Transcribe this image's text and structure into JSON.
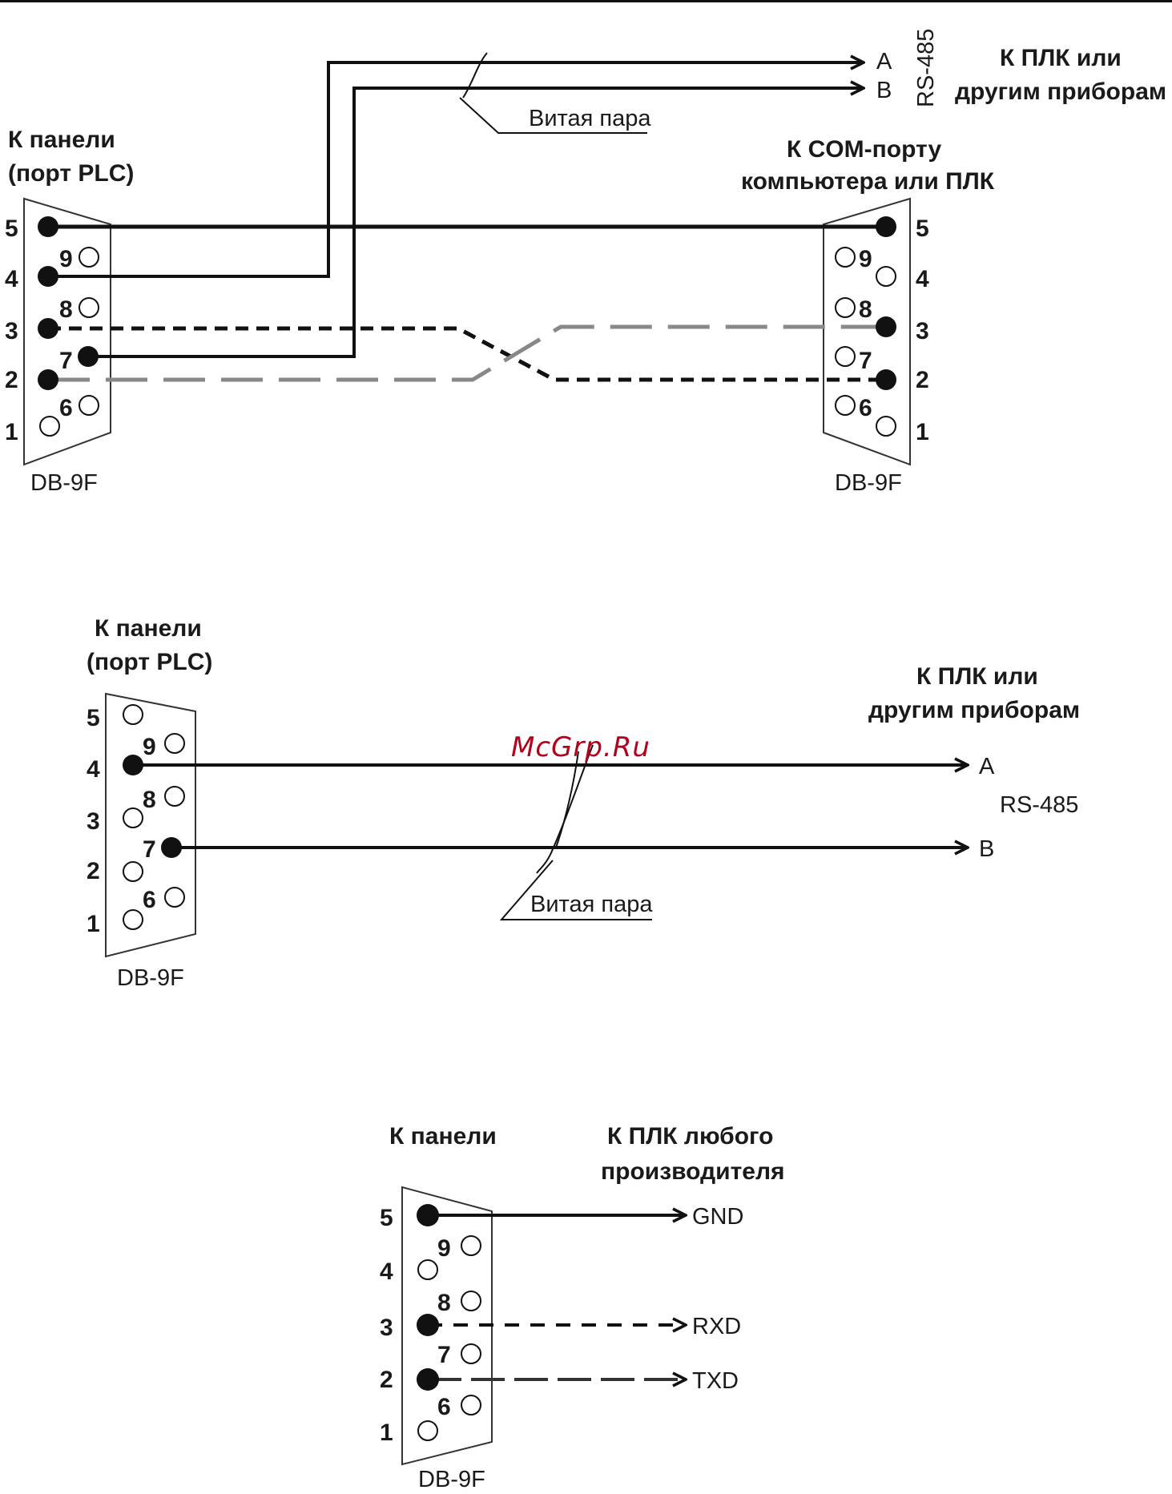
{
  "colors": {
    "ink": "#111111",
    "gray_wire": "#888888",
    "watermark": "#b3001b"
  },
  "diagram1": {
    "left_title_1": "К панели",
    "left_title_2": "(порт PLC)",
    "right_title_1": "К COM-порту",
    "right_title_2": "компьютера или ПЛК",
    "top_title_1": "К ПЛК или",
    "top_title_2": "другим приборам",
    "rs485": "RS-485",
    "line_a": "A",
    "line_b": "B",
    "twisted_pair": "Витая пара",
    "left_connector": "DB-9F",
    "right_connector": "DB-9F",
    "pins_left": [
      "5",
      "4",
      "3",
      "2",
      "1"
    ],
    "pins_inner": [
      "9",
      "8",
      "7",
      "6"
    ],
    "pins_right": [
      "5",
      "4",
      "3",
      "2",
      "1"
    ]
  },
  "diagram2": {
    "left_title_1": "К панели",
    "left_title_2": "(порт PLC)",
    "right_title_1": "К ПЛК или",
    "right_title_2": "другим приборам",
    "line_a": "A",
    "line_b": "B",
    "rs485": "RS-485",
    "twisted_pair": "Витая пара",
    "connector": "DB-9F",
    "pins_left": [
      "5",
      "4",
      "3",
      "2",
      "1"
    ],
    "pins_inner": [
      "9",
      "8",
      "7",
      "6"
    ]
  },
  "diagram3": {
    "left_title": "К панели",
    "right_title_1": "К ПЛК любого",
    "right_title_2": "производителя",
    "gnd": "GND",
    "rxd": "RXD",
    "txd": "TXD",
    "connector": "DB-9F",
    "pins_left": [
      "5",
      "4",
      "3",
      "2",
      "1"
    ],
    "pins_inner": [
      "9",
      "8",
      "7",
      "6"
    ]
  },
  "watermark": "McGrp.Ru"
}
